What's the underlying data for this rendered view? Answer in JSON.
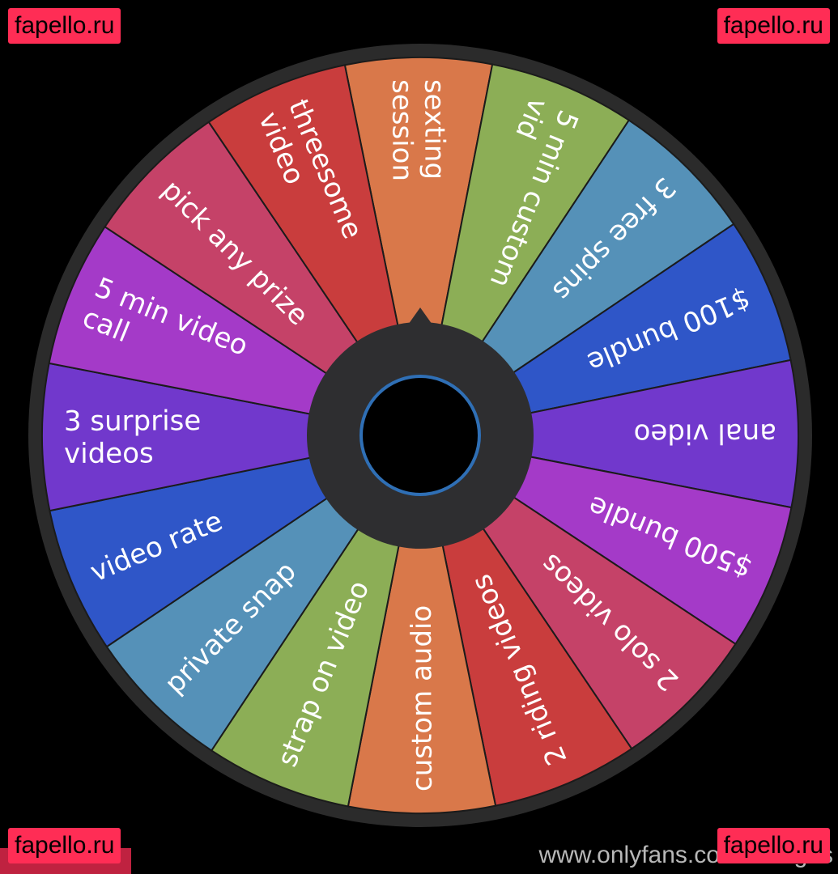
{
  "watermarks": {
    "top_left": "fapello.ru",
    "top_right": "fapello.ru",
    "bottom_left": "fapello.ru",
    "bottom_right": "fapello.ru"
  },
  "footer": {
    "url": "www.onlyfans.com/mangos"
  },
  "wheel": {
    "rim_color": "#2b2b2b",
    "hub_color": "#2e2e30",
    "hub_ring_color": "#2f6fb5",
    "hub_center_color": "#000000",
    "segments": [
      {
        "lines": [
          "sexting",
          "session"
        ],
        "color": "#d9784a"
      },
      {
        "lines": [
          "5 min custom",
          "vid"
        ],
        "color": "#8cae56"
      },
      {
        "lines": [
          "3 free spins"
        ],
        "color": "#5591b8"
      },
      {
        "lines": [
          "$100 bundle"
        ],
        "color": "#2f56c8"
      },
      {
        "lines": [
          "anal video"
        ],
        "color": "#7138cc"
      },
      {
        "lines": [
          "$500 bundle"
        ],
        "color": "#a43ac8"
      },
      {
        "lines": [
          "2 solo videos"
        ],
        "color": "#c54268"
      },
      {
        "lines": [
          "2 riding videos"
        ],
        "color": "#c93d3d"
      },
      {
        "lines": [
          "custom audio"
        ],
        "color": "#d9784a"
      },
      {
        "lines": [
          "strap on video"
        ],
        "color": "#8cae56"
      },
      {
        "lines": [
          "private snap"
        ],
        "color": "#5591b8"
      },
      {
        "lines": [
          "video rate"
        ],
        "color": "#2f56c8"
      },
      {
        "lines": [
          "3 surprise",
          "videos"
        ],
        "color": "#7138cc"
      },
      {
        "lines": [
          "5 min video",
          "call"
        ],
        "color": "#a43ac8"
      },
      {
        "lines": [
          "pick any prize"
        ],
        "color": "#c54268"
      },
      {
        "lines": [
          "threesome",
          "video"
        ],
        "color": "#c93d3d"
      }
    ]
  }
}
